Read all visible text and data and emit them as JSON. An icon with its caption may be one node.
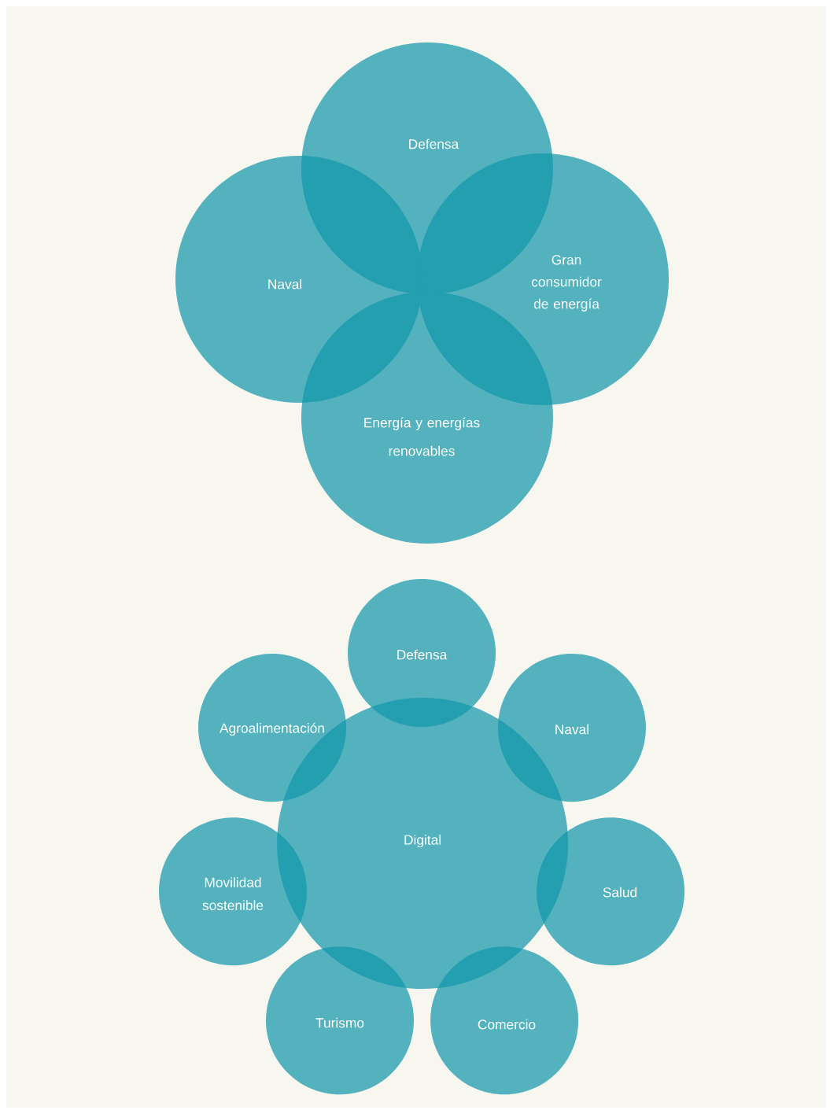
{
  "diagram": {
    "nodes": [
      {
        "text": [
          "Defensa"
        ]
      },
      {
        "text": [
          "Naval"
        ]
      },
      {
        "text": [
          "Gran consumidor de energía"
        ]
      },
      {
        "text": [
          "Energía y energías renovables"
        ]
      },
      {
        "text": [
          "Defensa"
        ]
      },
      {
        "text": [
          "Agroalimentación"
        ]
      },
      {
        "text": [
          "Naval"
        ]
      },
      {
        "text": [
          "Digital"
        ]
      },
      {
        "text": [
          "Movilidad sostenible"
        ]
      },
      {
        "text": [
          "Salud"
        ]
      },
      {
        "text": [
          "Turismo"
        ]
      },
      {
        "text": [
          "Comercio"
        ]
      }
    ]
  }
}
